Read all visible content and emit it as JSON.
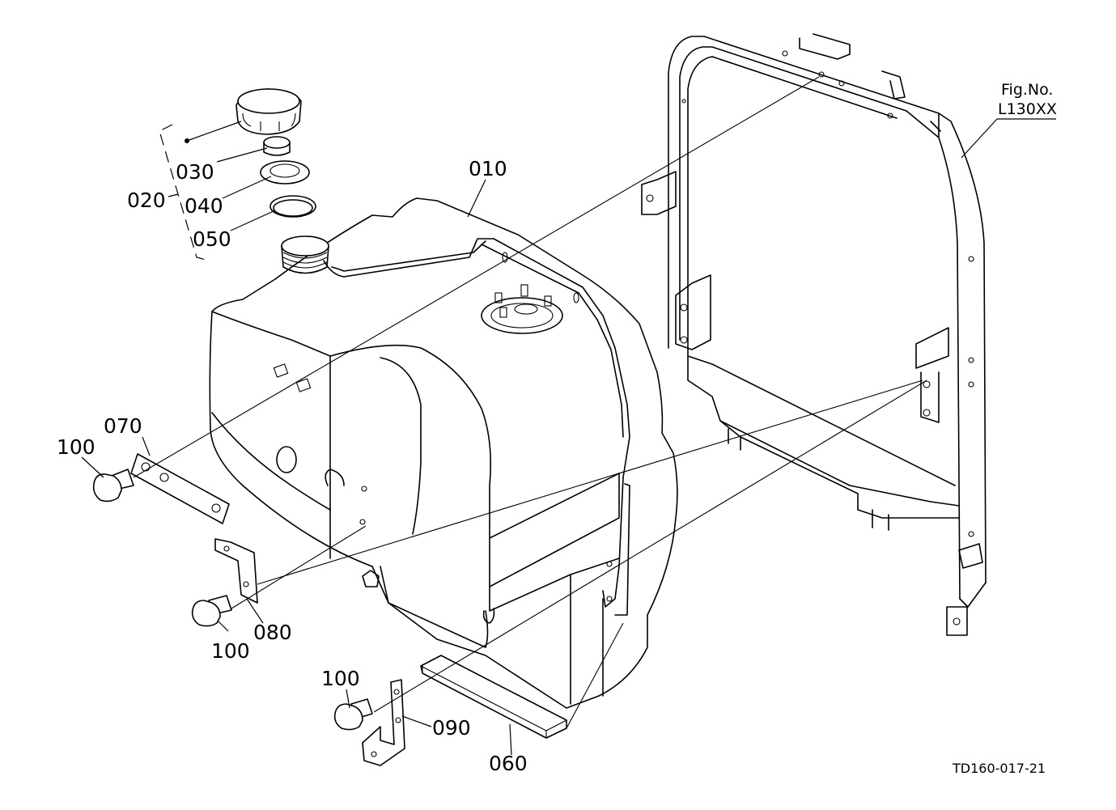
{
  "figure_reference": {
    "line1": "Fig.No.",
    "line2": "L130XX"
  },
  "drawing_code": "TD160-017-21",
  "callouts": {
    "c010": "010",
    "c020": "020",
    "c030": "030",
    "c040": "040",
    "c050": "050",
    "c060": "060",
    "c070": "070",
    "c080": "080",
    "c090": "090",
    "c100_a": "100",
    "c100_b": "100",
    "c100_c": "100"
  }
}
